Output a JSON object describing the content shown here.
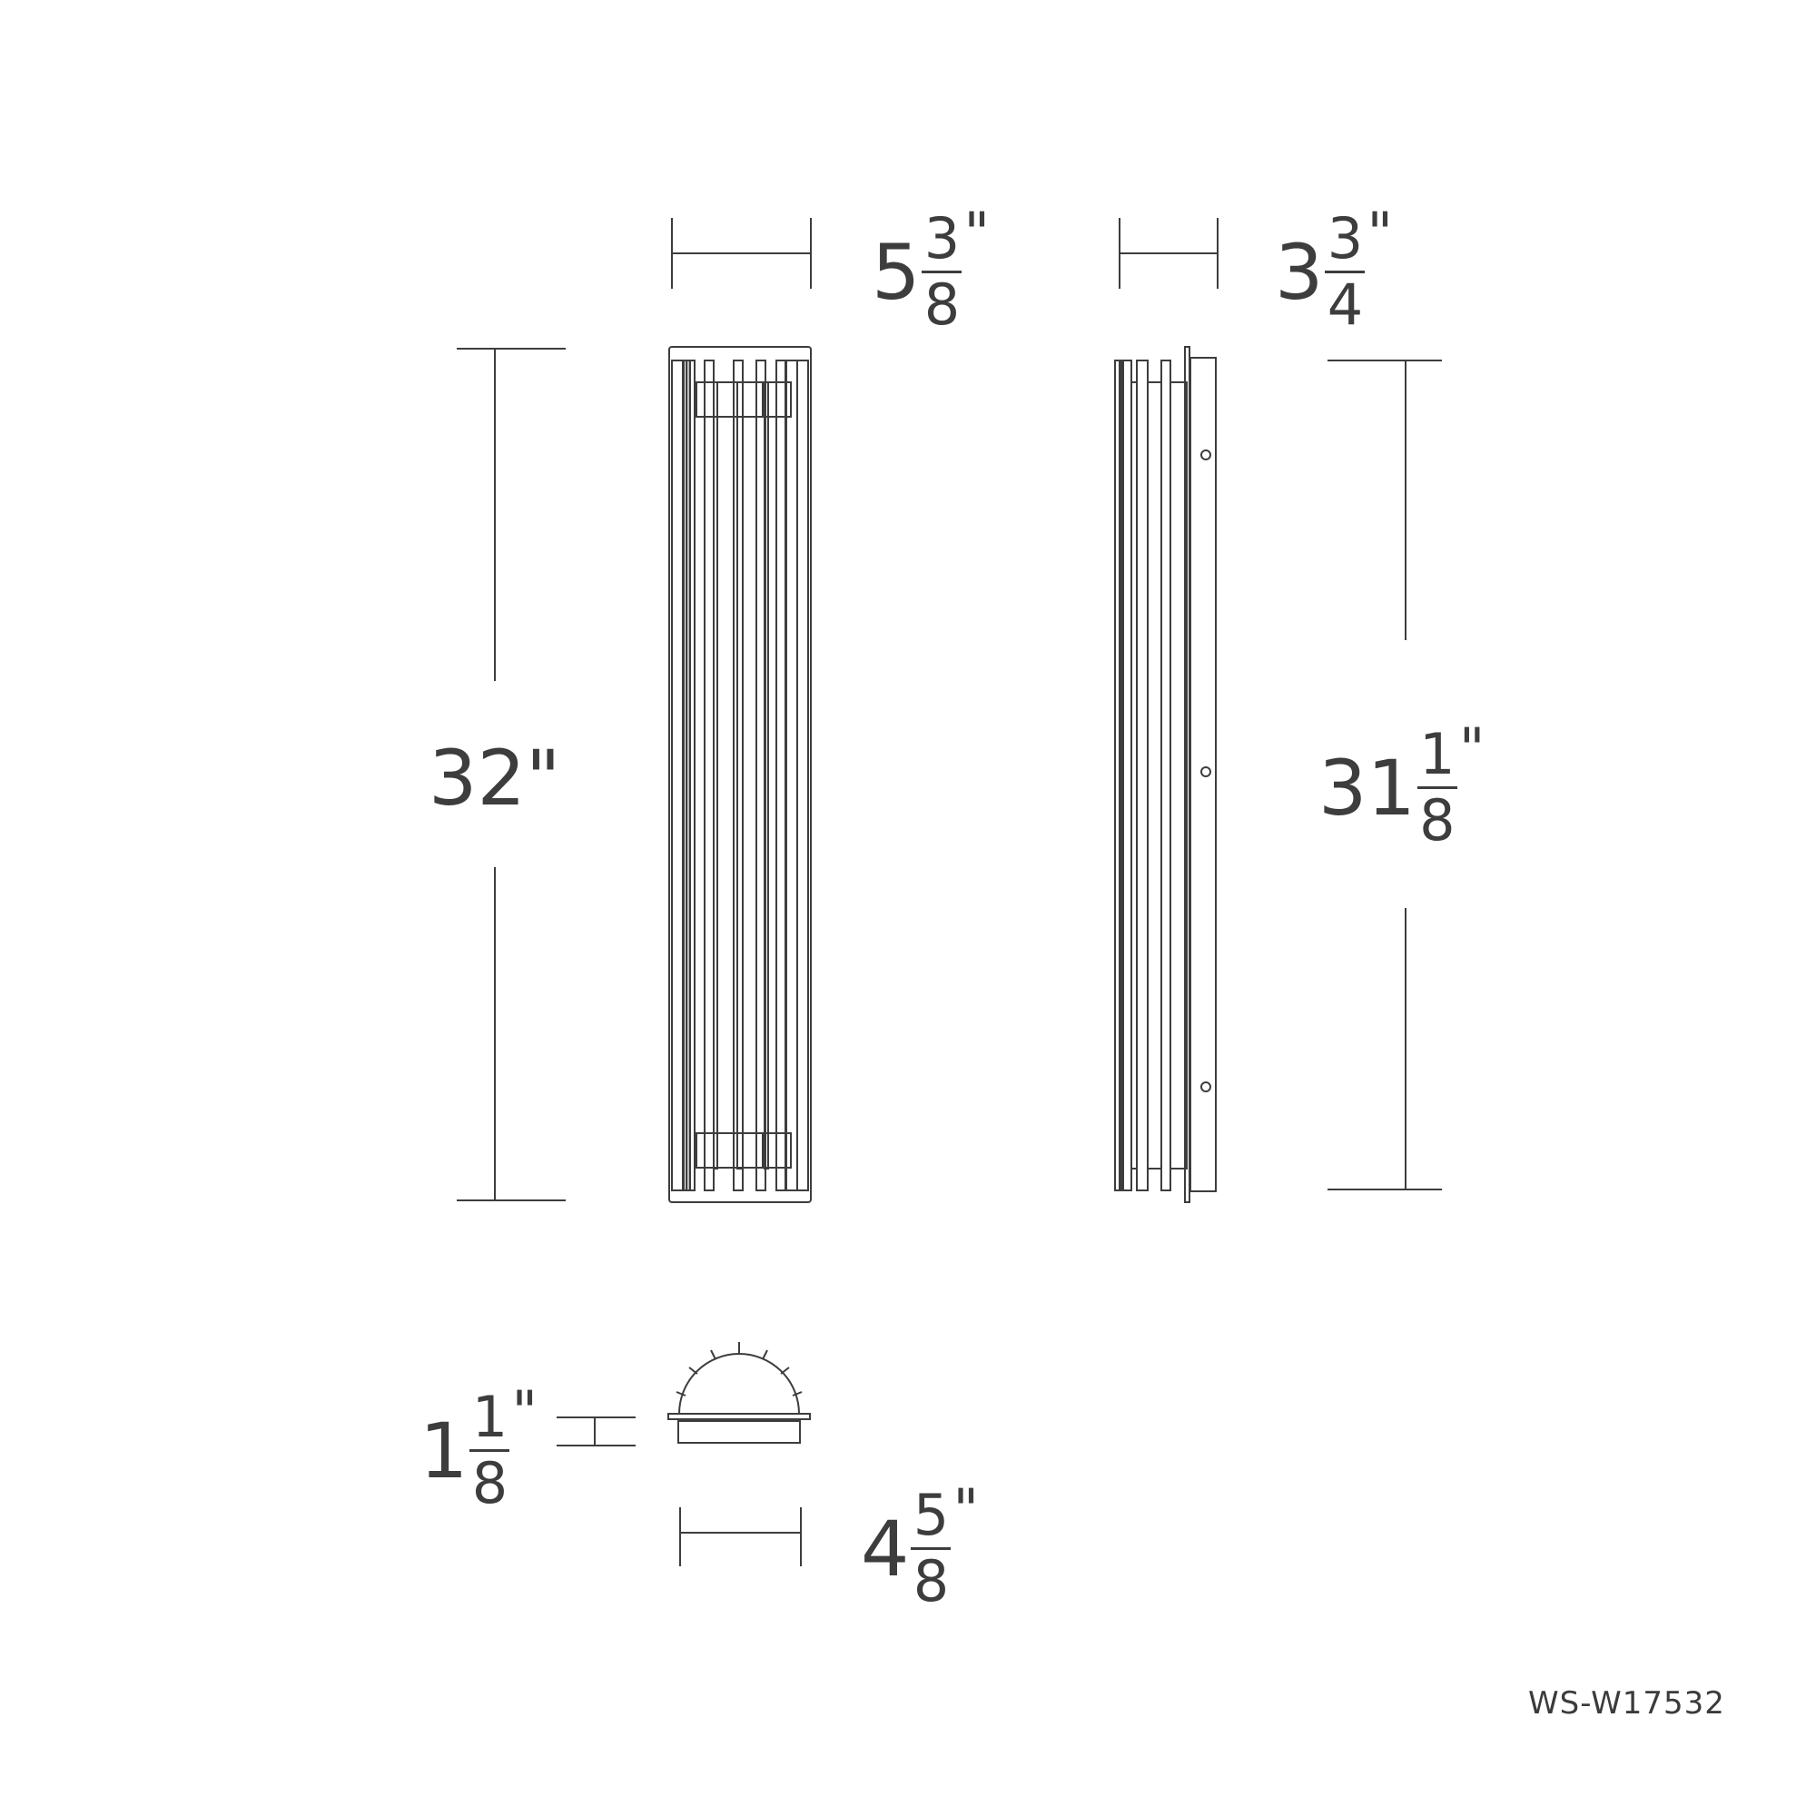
{
  "diagram": {
    "type": "dimension-drawing",
    "model_number": "WS-W17532",
    "line_color": "#3d3d3d",
    "background": "#ffffff"
  },
  "front_view": {
    "width": {
      "whole": "5",
      "num": "3",
      "den": "8",
      "unit": "\""
    },
    "height": {
      "label": "32\""
    }
  },
  "side_view": {
    "depth": {
      "whole": "3",
      "num": "3",
      "den": "4",
      "unit": "\""
    },
    "height": {
      "whole": "31",
      "num": "1",
      "den": "8",
      "unit": "\""
    }
  },
  "top_view": {
    "height": {
      "whole": "1",
      "num": "1",
      "den": "8",
      "unit": "\""
    },
    "width": {
      "whole": "4",
      "num": "5",
      "den": "8",
      "unit": "\""
    }
  }
}
